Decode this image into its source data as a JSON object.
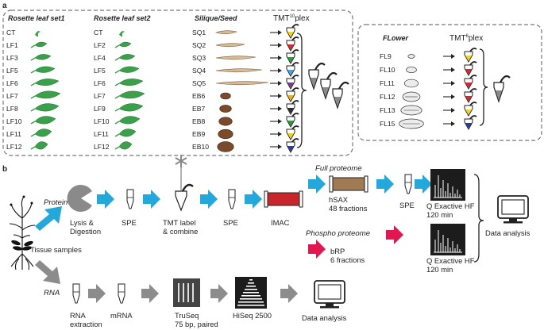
{
  "panel_a": {
    "label": "a",
    "headers": {
      "leaf_set1": "Rosette leaf set1",
      "leaf_set2": "Rosette leaf set2",
      "silique": "Silique/Seed",
      "tmt10_prefix": "TMT",
      "tmt10_sup": "10",
      "tmt10_suffix": "plex",
      "flower": "FLower",
      "tmt6_prefix": "TMT",
      "tmt6_sup": "6",
      "tmt6_suffix": "plex"
    },
    "leaf_set1": [
      "CT",
      "LF1",
      "LF3",
      "LF5",
      "LF6",
      "LF7",
      "LF8",
      "LF10",
      "LF11",
      "LF12"
    ],
    "leaf_set2": [
      "CT",
      "LF2",
      "LF4",
      "LF5",
      "LF6",
      "LF7",
      "LF9",
      "LF10",
      "LF11",
      "LF12"
    ],
    "silique": [
      "SQ1",
      "SQ2",
      "SQ3",
      "SQ4",
      "SQ5",
      "EB6",
      "EB7",
      "EB8",
      "EB9",
      "EB10"
    ],
    "tmt10_tag_colors": [
      "#f2d21b",
      "#e0262a",
      "#2a9c3b",
      "#41a7df",
      "#7a3d8e",
      "#f1b21a",
      "#2d2d2d",
      "#2a9c3b",
      "#f2d21b",
      "#2d3b9a"
    ],
    "flower": [
      "FL9",
      "FL10",
      "FL11",
      "FL12",
      "FL13",
      "FL15"
    ],
    "tmt6_tag_colors": [
      "#f2d21b",
      "#e0262a",
      "#e0262a",
      "#e0262a",
      "#f2d21b",
      "#2d3b9a"
    ],
    "colors": {
      "leaf": "#3aa14a",
      "pod": "#d8bc99",
      "seed": "#7a4a2a",
      "panel_border": "#777777"
    }
  },
  "panel_b": {
    "label": "b",
    "protein": "Protein",
    "lysis": [
      "Lysis &",
      "Digestion"
    ],
    "spe1": "SPE",
    "tmt_label": [
      "TMT label",
      "& combine"
    ],
    "spe2": "SPE",
    "imac": "IMAC",
    "full_proteome": "Full proteome",
    "hsax": [
      "hSAX",
      "48 fractions"
    ],
    "spe3": "SPE",
    "ms1": [
      "Q Exactive HF",
      "120 min"
    ],
    "phospho_proteome": "Phospho proteome",
    "brp": [
      "bRP",
      "6 fractions"
    ],
    "ms2": [
      "Q Exactive HF",
      "120 min"
    ],
    "data_analysis1": "Data analysis",
    "tissue": "Tissue samples",
    "rna": "RNA",
    "rna_extraction": [
      "RNA",
      "extraction"
    ],
    "mrna": "mRNA",
    "truseq": [
      "TruSeq",
      "75 bp, paired"
    ],
    "hiseq": "HiSeq 2500",
    "data_analysis2": "Data analysis",
    "colors": {
      "protein_arrow": "#23a8dc",
      "phospho_arrow": "#e3174f",
      "rna_arrow": "#8c8c8c",
      "imac": "#c8262b",
      "hsax": "#a07a52"
    }
  }
}
